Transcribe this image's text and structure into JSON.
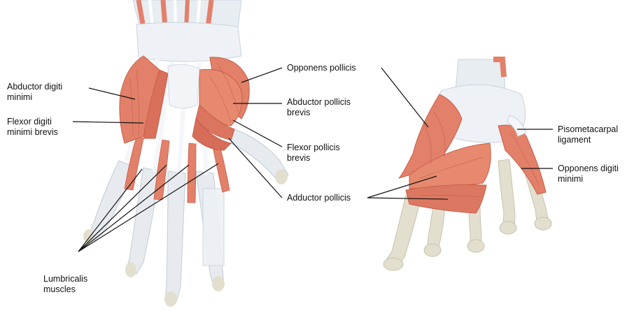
{
  "labels": {
    "abductor_digiti_minimi": [
      "Abductor digiti",
      "minimi"
    ],
    "flexor_digiti_minimi_brevis": [
      "Flexor digiti",
      "minimi brevis"
    ],
    "lumbricalis_muscles": [
      "Lumbricalis",
      "muscles"
    ],
    "opponens_pollicis": [
      "Opponens pollicis"
    ],
    "abductor_pollicis_brevis": [
      "Abductor pollicis",
      "brevis"
    ],
    "flexor_pollicis_brevis": [
      "Flexor pollicis",
      "brevis"
    ],
    "adductor_pollicis": [
      "Adductor pollicis"
    ],
    "pisometacarpal_ligament": [
      "Pisometacarpal",
      "ligament"
    ],
    "opponens_digiti_minimi": [
      "Opponens digiti",
      "minimi"
    ]
  },
  "colors": {
    "muscle": "#e2806a",
    "muscle_dark": "#c95e48",
    "tendon": "#edf1f5",
    "tendon_shade": "#c9d3de",
    "bone": "#e3dfcf",
    "bone_shade": "#c9c3ad",
    "line": "#111111"
  }
}
